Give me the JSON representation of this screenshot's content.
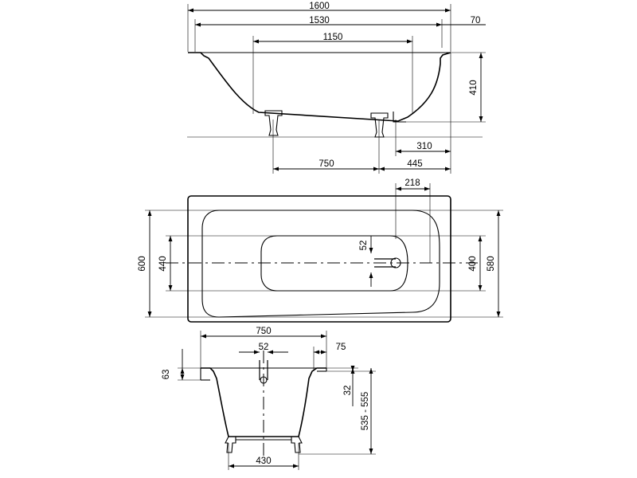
{
  "side_view": {
    "overall_length": "1600",
    "inner_top_length": "1530",
    "rim_end": "70",
    "bottom_flat": "1150",
    "height": "410",
    "drain_offset": "310",
    "leg_spacing": "750",
    "leg_to_end": "445"
  },
  "plan_view": {
    "drain_distance": "218",
    "drain_size": "52",
    "overall_width": "600",
    "inner_width_narrow": "440",
    "inner_width_mid": "400",
    "inner_width_wide": "580"
  },
  "end_view": {
    "top_width": "750",
    "drain_size": "52",
    "rim_width": "75",
    "rim_height": "63",
    "rim_drop": "32",
    "total_height": "535 - 555",
    "base_width": "430"
  }
}
